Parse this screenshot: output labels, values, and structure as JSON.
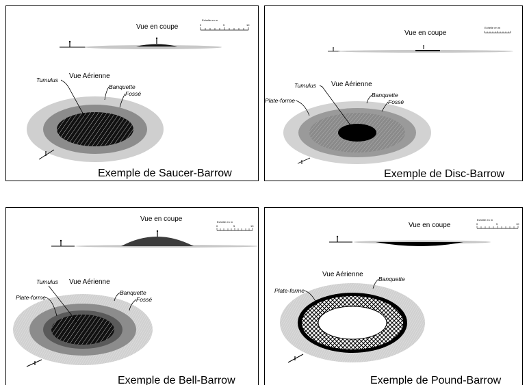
{
  "panels": [
    {
      "cross_section_label": "Vue en coupe",
      "scale_label": "Echelle en m",
      "scale_ticks": [
        "0",
        "5",
        "10"
      ],
      "aerial_view_label": "Vue Aérienne",
      "labels": [
        "Tumulus",
        "Banquette",
        "Fossé"
      ],
      "caption": "Exemple de Saucer-Barrow"
    },
    {
      "cross_section_label": "Vue en coupe",
      "scale_label": "Echelle en m",
      "aerial_view_label": "Vue Aérienne",
      "labels": [
        "Tumulus",
        "Banquette",
        "Fossé",
        "Plate-forme"
      ],
      "caption": "Exemple de Disc-Barrow"
    },
    {
      "cross_section_label": "Vue en coupe",
      "scale_label": "Echelle en m",
      "scale_ticks": [
        "0",
        "5",
        "10"
      ],
      "aerial_view_label": "Vue Aérienne",
      "labels": [
        "Tumulus",
        "Banquette",
        "Plate-forme",
        "Fossé"
      ],
      "caption": "Exemple de Bell-Barrow"
    },
    {
      "cross_section_label": "Vue en coupe",
      "scale_label": "Echelle en m",
      "scale_ticks": [
        "0",
        "5",
        "10"
      ],
      "aerial_view_label": "Vue Aérienne",
      "labels": [
        "Banquette",
        "Plate-forme"
      ],
      "caption": "Exemple de Pound-Barrow"
    }
  ]
}
